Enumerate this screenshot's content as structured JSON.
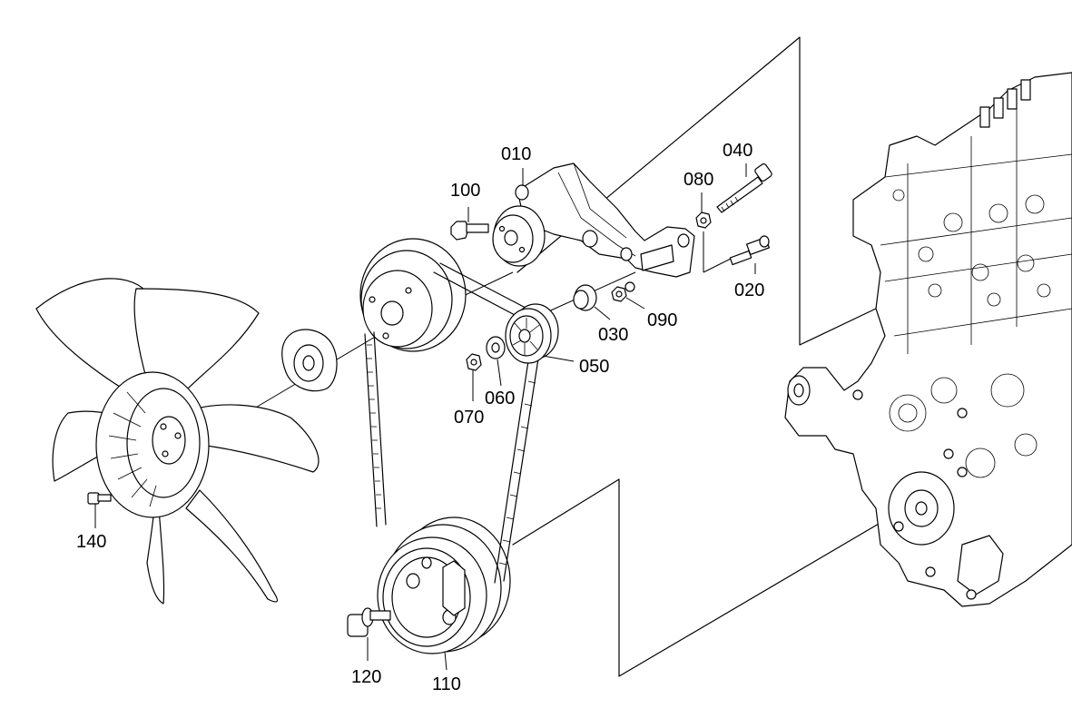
{
  "diagram": {
    "colors": {
      "ink": "#000000",
      "paper": "#ffffff"
    },
    "callouts": [
      {
        "id": "010",
        "label": "010"
      },
      {
        "id": "020",
        "label": "020"
      },
      {
        "id": "030",
        "label": "030"
      },
      {
        "id": "040",
        "label": "040"
      },
      {
        "id": "050",
        "label": "050"
      },
      {
        "id": "060",
        "label": "060"
      },
      {
        "id": "070",
        "label": "070"
      },
      {
        "id": "080",
        "label": "080"
      },
      {
        "id": "090",
        "label": "090"
      },
      {
        "id": "100",
        "label": "100"
      },
      {
        "id": "110",
        "label": "110"
      },
      {
        "id": "120",
        "label": "120"
      },
      {
        "id": "140",
        "label": "140"
      }
    ]
  }
}
